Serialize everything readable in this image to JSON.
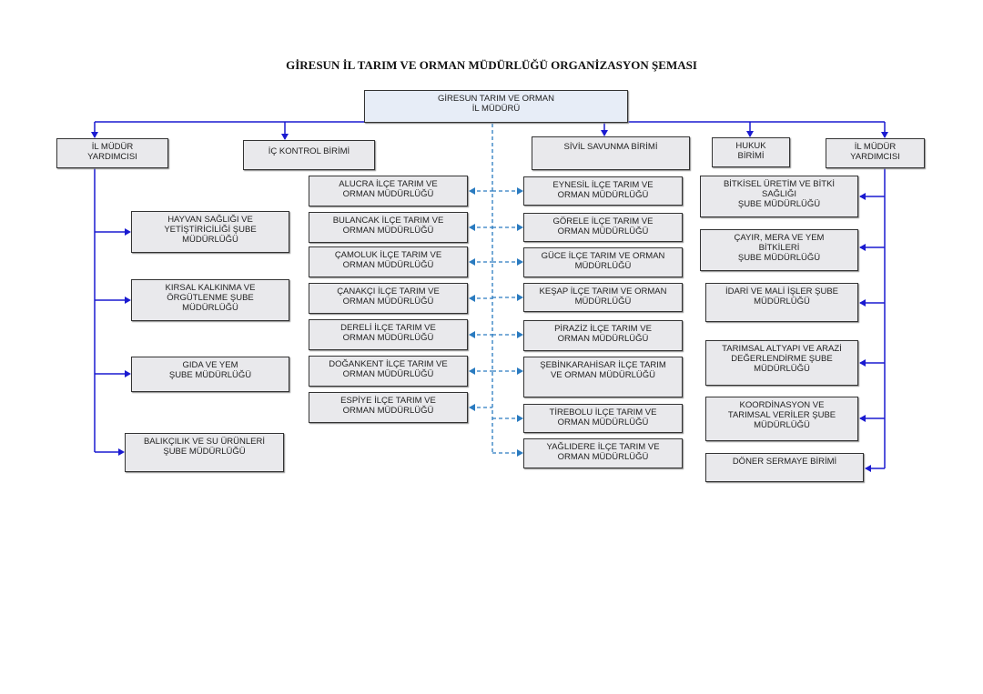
{
  "title": "GİRESUN İL TARIM VE ORMAN MÜDÜRLÜĞÜ ORGANİZASYON ŞEMASI",
  "root": "GİRESUN TARIM VE ORMAN\nİL MÜDÜRÜ",
  "top_units": {
    "left_deputy": "İL MÜDÜR\nYARDIMCISI",
    "internal_control": "İÇ KONTROL BİRİMİ",
    "civil_defense": "SİVİL SAVUNMA BİRİMİ",
    "legal": "HUKUK\nBİRİMİ",
    "right_deputy": "İL MÜDÜR\nYARDIMCISI"
  },
  "left_branches": [
    "HAYVAN SAĞLIĞI VE\nYETİŞTİRİCİLİĞİ ŞUBE\nMÜDÜRLÜĞÜ",
    "KIRSAL KALKINMA VE\nÖRGÜTLENME ŞUBE\nMÜDÜRLÜĞÜ",
    "GIDA VE YEM\nŞUBE MÜDÜRLÜĞÜ",
    "BALIKÇILIK VE SU ÜRÜNLERİ\nŞUBE MÜDÜRLÜĞÜ"
  ],
  "districts_left": [
    "ALUCRA İLÇE TARIM VE\nORMAN MÜDÜRLÜĞÜ",
    "BULANCAK İLÇE TARIM VE\nORMAN MÜDÜRLÜĞÜ",
    "ÇAMOLUK İLÇE TARIM VE\nORMAN  MÜDÜRLÜĞÜ",
    "ÇANAKÇI İLÇE  TARIM VE\nORMAN  MÜDÜRLÜĞÜ",
    "DERELİ İLÇE  TARIM VE\nORMAN MÜDÜRLÜĞÜ",
    "DOĞANKENT İLÇE  TARIM VE\nORMAN MÜDÜRLÜĞÜ",
    "ESPİYE İLÇE  TARIM VE\nORMAN MÜDÜRLÜĞÜ"
  ],
  "districts_right": [
    "EYNESİL İLÇE TARIM VE\nORMAN  MÜDÜRLÜĞÜ",
    "GÖRELE İLÇE  TARIM VE\nORMAN MÜDÜRLÜĞÜ",
    "GÜCE İLÇE  TARIM VE ORMAN\nMÜDÜRLÜĞÜ",
    "KEŞAP İLÇE  TARIM VE ORMAN\nMÜDÜRLÜĞÜ",
    "PİRAZİZ İLÇE  TARIM VE\nORMAN MÜDÜRLÜĞÜ",
    "ŞEBİNKARAHİSAR İLÇE  TARIM\nVE ORMAN MÜDÜRLÜĞÜ",
    "TİREBOLU İLÇE  TARIM VE\nORMAN MÜDÜRLÜĞÜ",
    "YAĞLIDERE İLÇE  TARIM VE\nORMAN MÜDÜRLÜĞÜ"
  ],
  "right_branches": [
    "BİTKİSEL ÜRETİM VE BİTKİ\nSAĞLIĞI\nŞUBE MÜDÜRLÜĞÜ",
    "ÇAYIR, MERA VE YEM\nBİTKİLERİ\nŞUBE MÜDÜRLÜĞÜ",
    "İDARİ VE MALİ İŞLER ŞUBE\nMÜDÜRLÜĞÜ",
    "TARIMSAL ALTYAPI VE  ARAZİ\nDEĞERLENDİRME ŞUBE\nMÜDÜRLÜĞÜ",
    "KOORDİNASYON VE\nTARIMSAL VERİLER ŞUBE\nMÜDÜRLÜĞÜ",
    "DÖNER SERMAYE BİRİMİ"
  ],
  "colors": {
    "solid_line": "#1a1ad0",
    "dashed_line": "#2a7bc0"
  }
}
